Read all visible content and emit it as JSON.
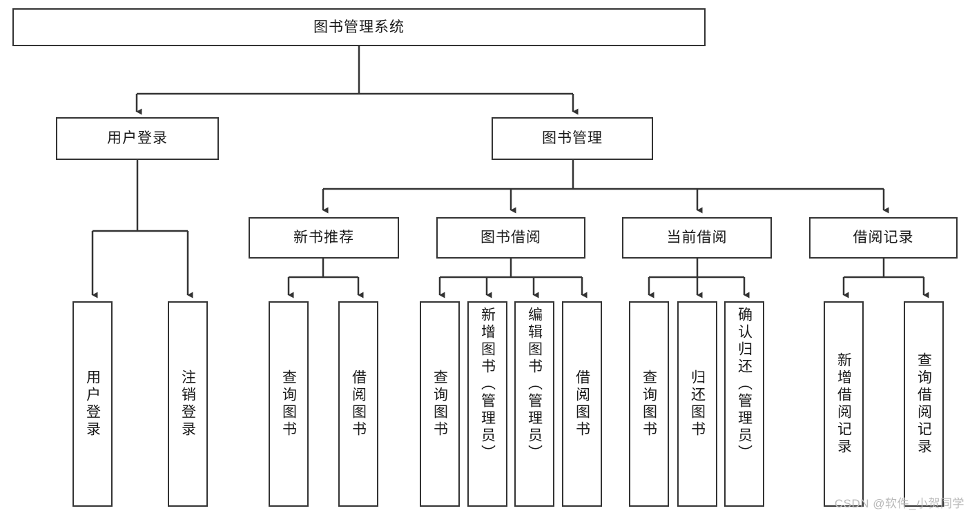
{
  "diagram": {
    "type": "tree",
    "title": "图书管理系统",
    "root": {
      "label": "图书管理系统"
    },
    "level2": [
      {
        "label": "用户登录"
      },
      {
        "label": "图书管理"
      }
    ],
    "level3": [
      {
        "label": "新书推荐"
      },
      {
        "label": "图书借阅"
      },
      {
        "label": "当前借阅"
      },
      {
        "label": "借阅记录"
      }
    ],
    "leaves": {
      "user_login": [
        {
          "label": "用户登录"
        },
        {
          "label": "注销登录"
        }
      ],
      "new_book_recommend": [
        {
          "label": "查询图书"
        },
        {
          "label": "借阅图书"
        }
      ],
      "book_borrow": [
        {
          "label": "查询图书"
        },
        {
          "label": "新增图书（管理员）"
        },
        {
          "label": "编辑图书（管理员）"
        },
        {
          "label": "借阅图书"
        }
      ],
      "current_borrow": [
        {
          "label": "查询图书"
        },
        {
          "label": "归还图书"
        },
        {
          "label": "确认归还（管理员）"
        }
      ],
      "borrow_record": [
        {
          "label": "新增借阅记录"
        },
        {
          "label": "查询借阅记录"
        }
      ]
    }
  },
  "watermark": {
    "text": "CSDN @软件_小贺同学"
  },
  "colors": {
    "border": "#333333",
    "text": "#1a1a1a",
    "background": "#ffffff",
    "watermark": "#b9b9b9"
  }
}
